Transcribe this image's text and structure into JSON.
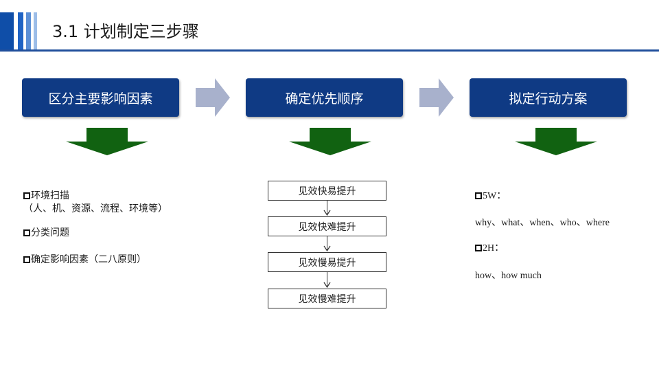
{
  "header": {
    "title": "3.1 计划制定三步骤"
  },
  "steps": [
    {
      "label": "区分主要影响因素"
    },
    {
      "label": "确定优先顺序"
    },
    {
      "label": "拟定行动方案"
    }
  ],
  "left_column": {
    "items": [
      {
        "text": "环境扫描"
      },
      {
        "text": "（人、机、资源、流程、环境等）"
      },
      {
        "text": "分类问题"
      },
      {
        "text": "确定影响因素（二八原则）"
      }
    ]
  },
  "middle_column": {
    "boxes": [
      "见效快易提升",
      "见效快难提升",
      "见效慢易提升",
      "见效慢难提升"
    ]
  },
  "right_column": {
    "heading_5w": "5W：",
    "list_5w": "why、what、when、who、where",
    "heading_2h": "2H：",
    "list_2h": "how、how much"
  },
  "colors": {
    "step_bg": "#0f3a84",
    "down_arrow": "#116211",
    "right_arrow": "#a8b1cc",
    "title_rule": "#1f4e9b"
  }
}
